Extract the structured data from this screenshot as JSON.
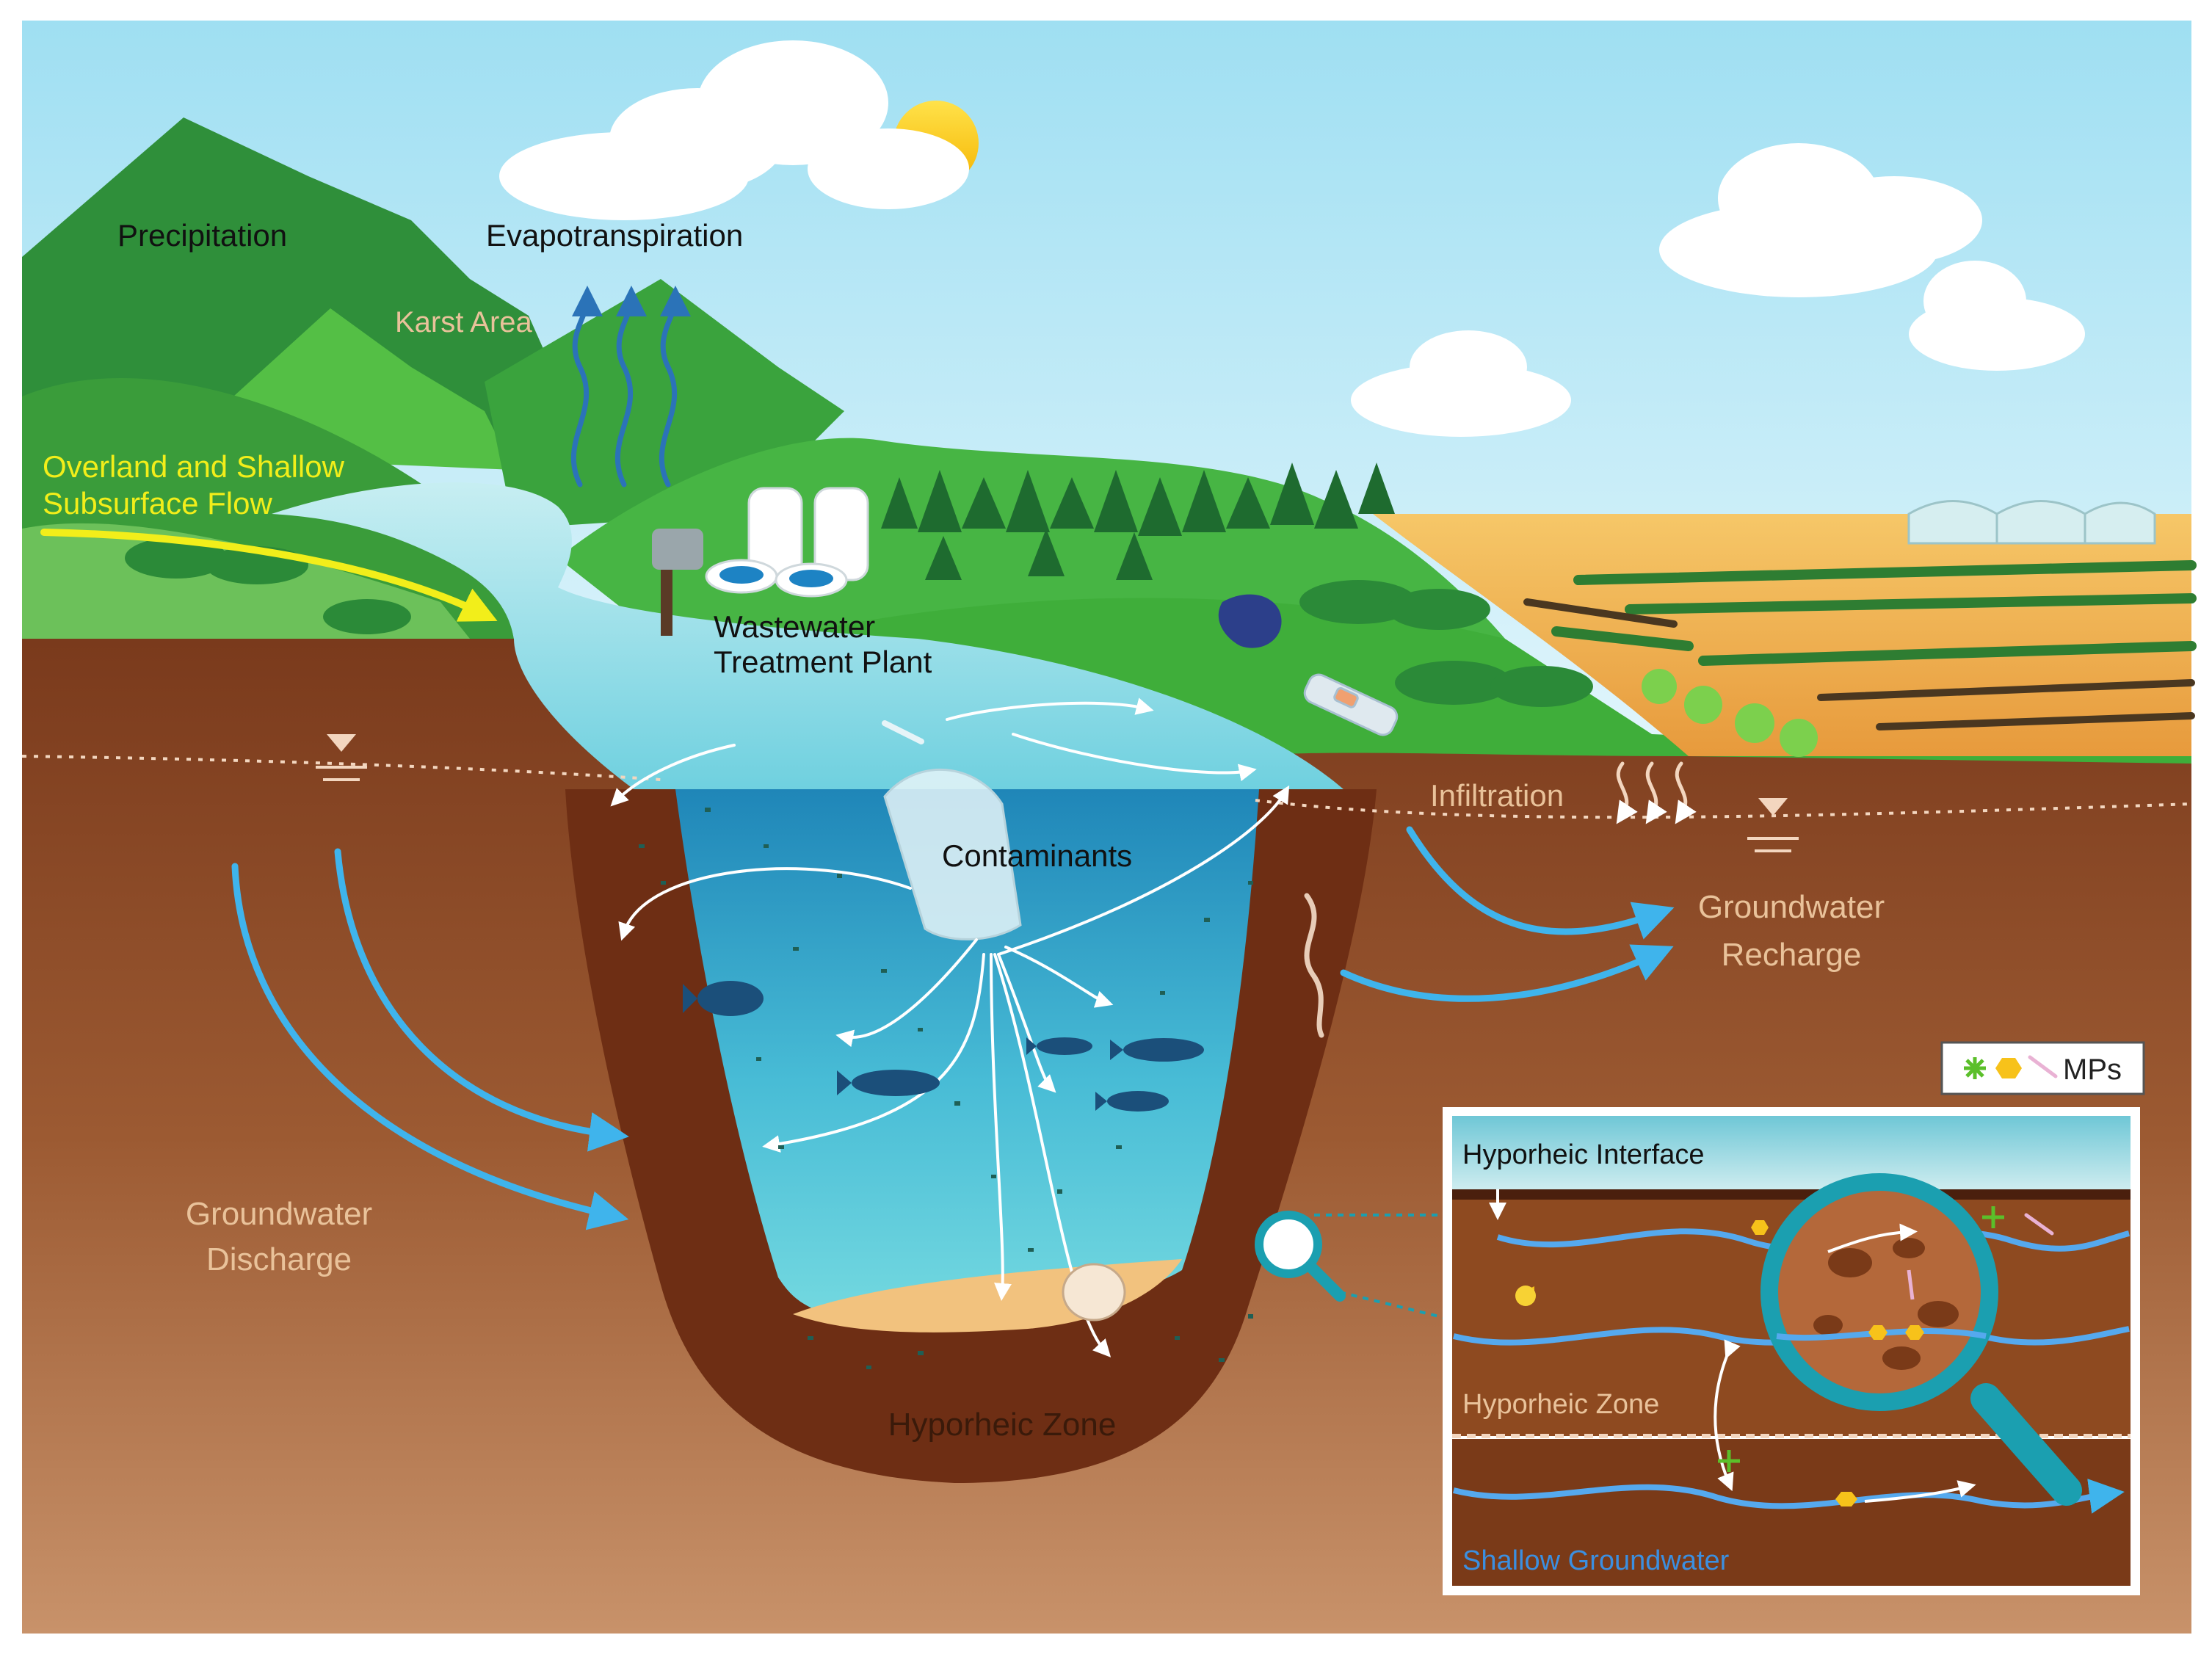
{
  "labels": {
    "precipitation": "Precipitation",
    "evapotranspiration": "Evapotranspiration",
    "karst_area": "Karst Area",
    "overland_line1": "Overland and Shallow",
    "overland_line2": "Subsurface Flow",
    "wwtp_line1": "Wastewater",
    "wwtp_line2": "Treatment Plant",
    "infiltration": "Infiltration",
    "contaminants": "Contaminants",
    "recharge_line1": "Groundwater",
    "recharge_line2": "Recharge",
    "discharge_line1": "Groundwater",
    "discharge_line2": "Discharge",
    "hyporheic_zone": "Hyporheic Zone"
  },
  "legend": {
    "label": "MPs"
  },
  "inset": {
    "interface": "Hyporheic Interface",
    "zone": "Hyporheic Zone",
    "shallow": "Shallow Groundwater"
  },
  "colors": {
    "sky_top": "#9fdff2",
    "sky_bottom": "#e3f6fc",
    "grass": "#3fae3a",
    "mountain": "#2f8f3a",
    "soil_top": "#7a3a1c",
    "soil_bottom": "#c8926a",
    "water": "#5cc6de",
    "flow_arrow": "#3fb4ec",
    "overland_arrow": "#f2ee1a",
    "label_orange": "#e9c29a"
  }
}
